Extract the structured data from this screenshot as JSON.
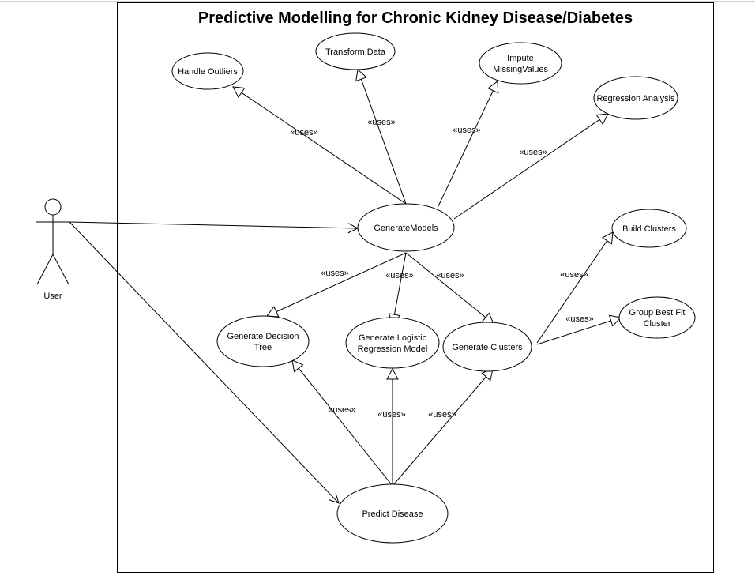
{
  "title": "Predictive Modelling for Chronic Kidney Disease/Diabetes",
  "actor": {
    "name": "User"
  },
  "use_cases": [
    {
      "id": "handle_outliers",
      "lines": [
        "Handle Outliers"
      ]
    },
    {
      "id": "transform_data",
      "lines": [
        "Transform Data"
      ]
    },
    {
      "id": "impute",
      "lines": [
        "Impute",
        "MissingValues"
      ]
    },
    {
      "id": "regression",
      "lines": [
        "Regression Analysis"
      ]
    },
    {
      "id": "generate_models",
      "lines": [
        "GenerateModels"
      ]
    },
    {
      "id": "build_clusters",
      "lines": [
        "Build Clusters"
      ]
    },
    {
      "id": "group_best_fit",
      "lines": [
        "Group Best Fit",
        "Cluster"
      ]
    },
    {
      "id": "decision_tree",
      "lines": [
        "Generate Decision",
        "Tree"
      ]
    },
    {
      "id": "logistic",
      "lines": [
        "Generate Logistic",
        "Regression Model"
      ]
    },
    {
      "id": "gen_clusters",
      "lines": [
        "Generate Clusters"
      ]
    },
    {
      "id": "predict",
      "lines": [
        "Predict Disease"
      ]
    }
  ],
  "uses_label": "«uses»",
  "associations": [
    {
      "from": "actor",
      "to": "generate_models"
    },
    {
      "from": "actor",
      "to": "predict"
    }
  ],
  "uses_relations": [
    {
      "from": "generate_models",
      "to": "handle_outliers"
    },
    {
      "from": "generate_models",
      "to": "transform_data"
    },
    {
      "from": "generate_models",
      "to": "impute"
    },
    {
      "from": "generate_models",
      "to": "regression"
    },
    {
      "from": "generate_models",
      "to": "decision_tree"
    },
    {
      "from": "generate_models",
      "to": "logistic"
    },
    {
      "from": "generate_models",
      "to": "gen_clusters"
    },
    {
      "from": "gen_clusters",
      "to": "build_clusters"
    },
    {
      "from": "gen_clusters",
      "to": "group_best_fit"
    },
    {
      "from": "predict",
      "to": "decision_tree"
    },
    {
      "from": "predict",
      "to": "logistic"
    },
    {
      "from": "predict",
      "to": "gen_clusters"
    }
  ]
}
